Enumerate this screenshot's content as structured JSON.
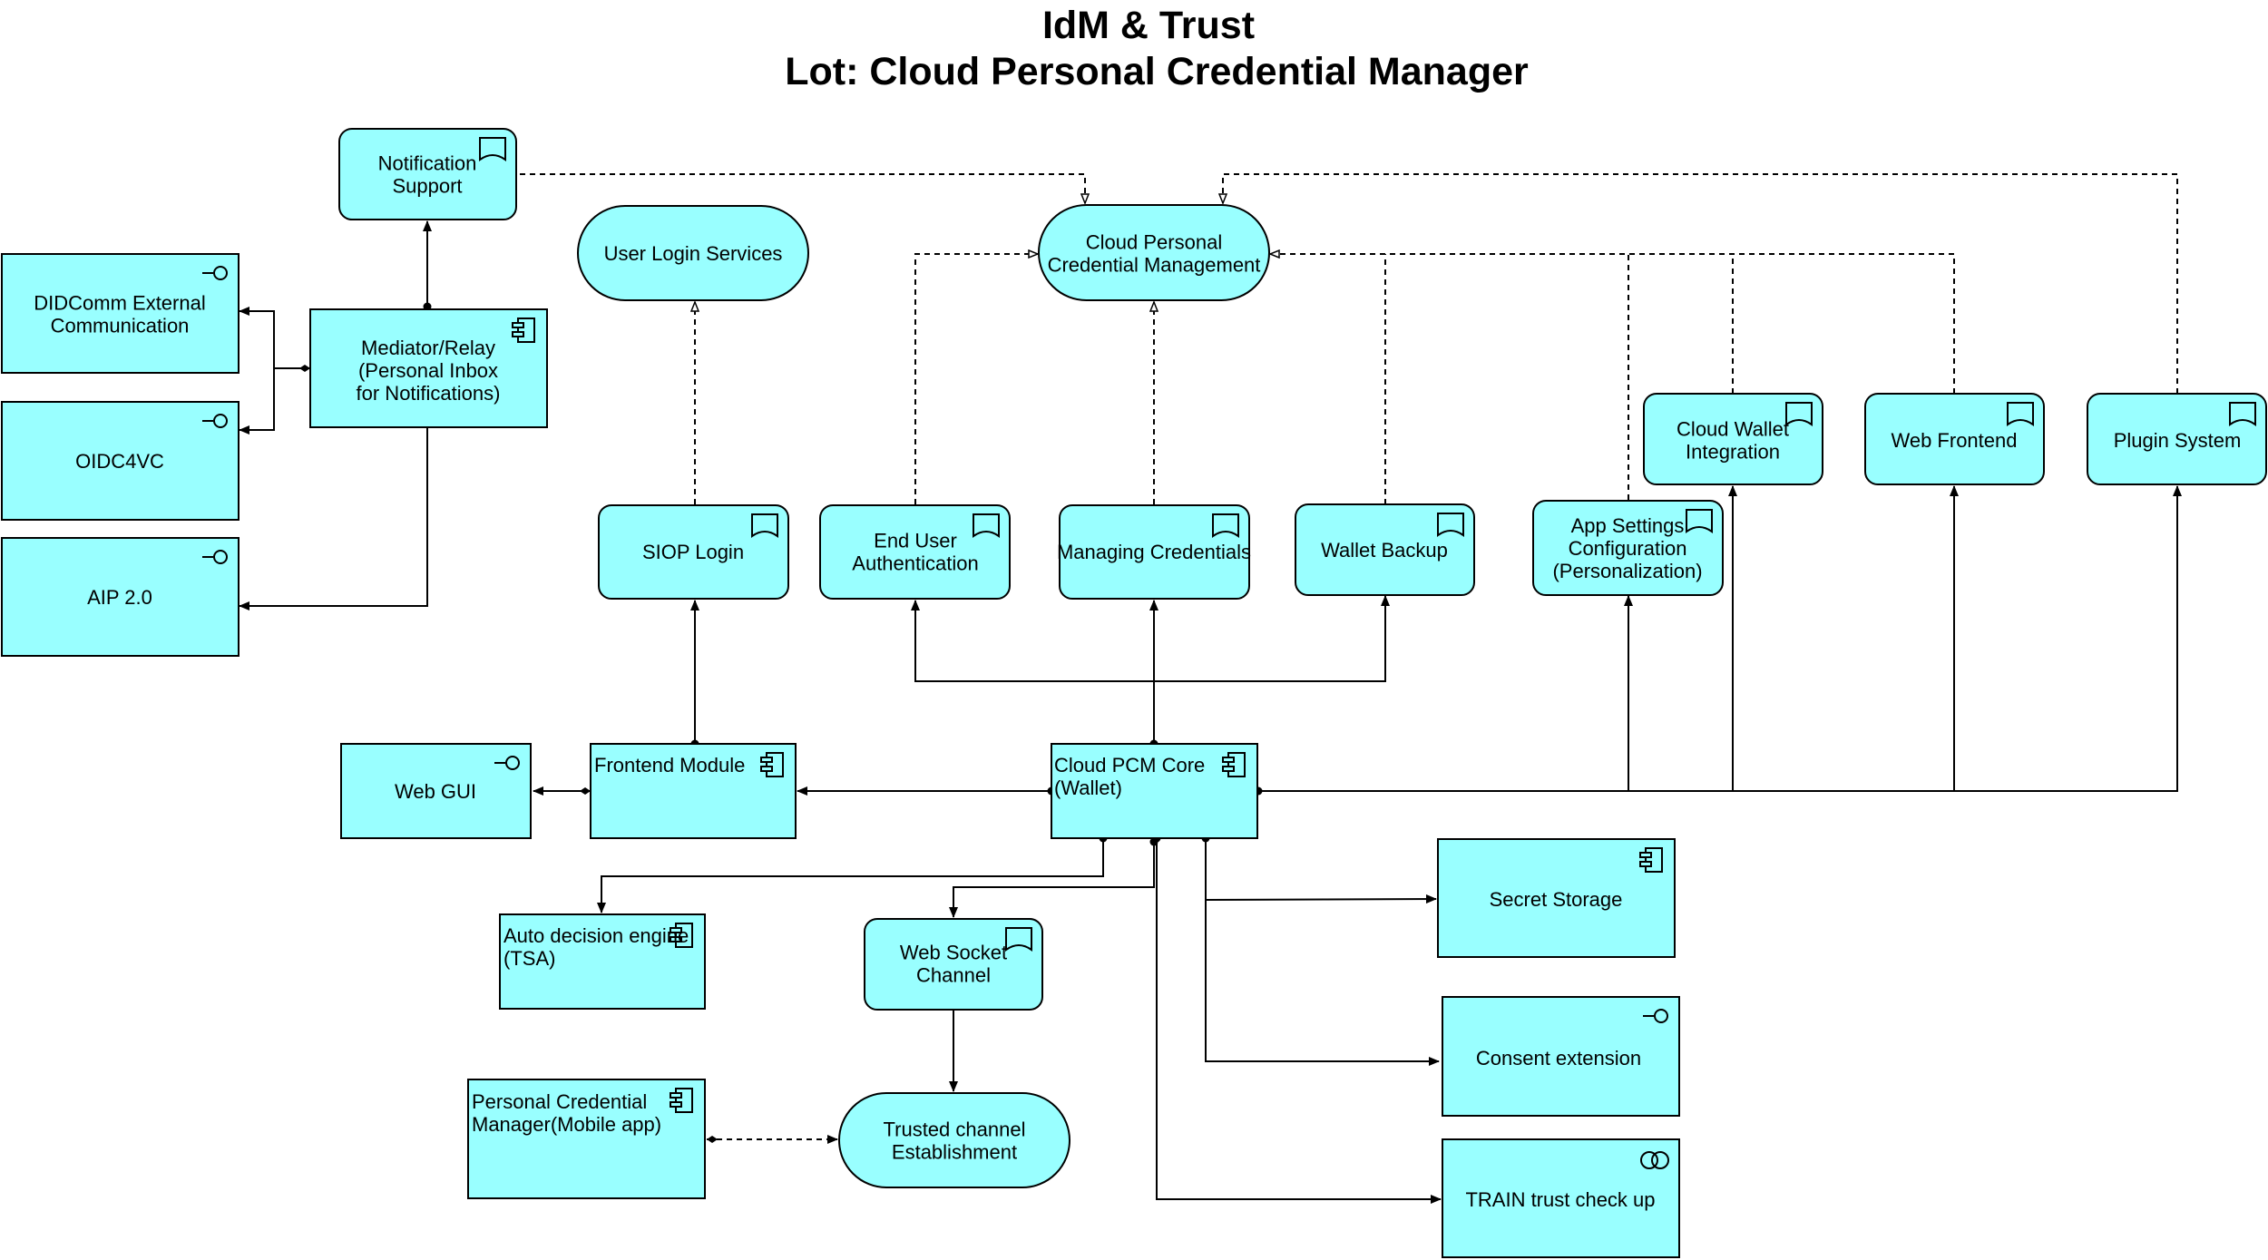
{
  "title": {
    "line1": "IdM & Trust",
    "line2": "Lot: Cloud Personal Credential Manager"
  },
  "colors": {
    "node_fill": "#99FFFF",
    "stroke": "#000000"
  },
  "nodes": {
    "notification_support": {
      "type": "service",
      "icon": "bookmark-icon",
      "lines": [
        "Notification",
        "Support"
      ]
    },
    "didcomm": {
      "type": "interface",
      "icon": "lollipop-icon",
      "lines": [
        "DIDComm External",
        "Communication"
      ]
    },
    "mediator": {
      "type": "component",
      "icon": "component-icon",
      "lines": [
        "Mediator/Relay",
        "(Personal Inbox",
        "for Notifications)"
      ]
    },
    "oidc4vc": {
      "type": "interface",
      "icon": "lollipop-icon",
      "lines": [
        "OIDC4VC"
      ]
    },
    "aip": {
      "type": "interface",
      "icon": "lollipop-icon",
      "lines": [
        "AIP 2.0"
      ]
    },
    "user_login_services": {
      "type": "function",
      "lines": [
        "User Login Services"
      ]
    },
    "cpcm": {
      "type": "function",
      "lines": [
        "Cloud Personal",
        "Credential Management"
      ]
    },
    "siop_login": {
      "type": "service",
      "icon": "bookmark-icon",
      "lines": [
        "SIOP Login"
      ]
    },
    "end_user_auth": {
      "type": "service",
      "icon": "bookmark-icon",
      "lines": [
        "End User",
        "Authentication"
      ]
    },
    "managing_credentials": {
      "type": "service",
      "icon": "bookmark-icon",
      "lines": [
        "Managing Credentials"
      ]
    },
    "wallet_backup": {
      "type": "service",
      "icon": "bookmark-icon",
      "lines": [
        "Wallet Backup"
      ]
    },
    "app_settings": {
      "type": "service",
      "icon": "bookmark-icon",
      "lines": [
        "App Settings",
        "Configuration",
        "(Personalization)"
      ]
    },
    "cloud_wallet_integration": {
      "type": "service",
      "icon": "bookmark-icon",
      "lines": [
        "Cloud Wallet",
        "Integration"
      ]
    },
    "web_frontend": {
      "type": "service",
      "icon": "bookmark-icon",
      "lines": [
        "Web Frontend"
      ]
    },
    "plugin_system": {
      "type": "service",
      "icon": "bookmark-icon",
      "lines": [
        "Plugin System"
      ]
    },
    "web_gui": {
      "type": "interface",
      "icon": "lollipop-icon",
      "lines": [
        "Web GUI"
      ]
    },
    "frontend_module": {
      "type": "component",
      "icon": "component-icon",
      "lines": [
        "Frontend Module"
      ]
    },
    "cloud_pcm_core": {
      "type": "component",
      "icon": "component-icon",
      "lines": [
        "Cloud PCM Core",
        "(Wallet)"
      ]
    },
    "secret_storage": {
      "type": "component",
      "icon": "component-icon",
      "lines": [
        "Secret Storage"
      ]
    },
    "auto_decision": {
      "type": "component",
      "icon": "component-icon",
      "lines": [
        "Auto decision engine",
        "(TSA)"
      ]
    },
    "web_socket": {
      "type": "service",
      "icon": "bookmark-icon",
      "lines": [
        "Web Socket",
        "Channel"
      ]
    },
    "consent_ext": {
      "type": "interface",
      "icon": "lollipop-icon",
      "lines": [
        "Consent extension"
      ]
    },
    "pcm_mobile": {
      "type": "component",
      "icon": "component-icon",
      "lines": [
        "Personal Credential",
        "Manager(Mobile app)"
      ]
    },
    "trusted_channel": {
      "type": "function",
      "lines": [
        "Trusted channel",
        "Establishment"
      ]
    },
    "train": {
      "type": "interface",
      "icon": "collaboration-icon",
      "lines": [
        "TRAIN trust check up"
      ]
    }
  }
}
